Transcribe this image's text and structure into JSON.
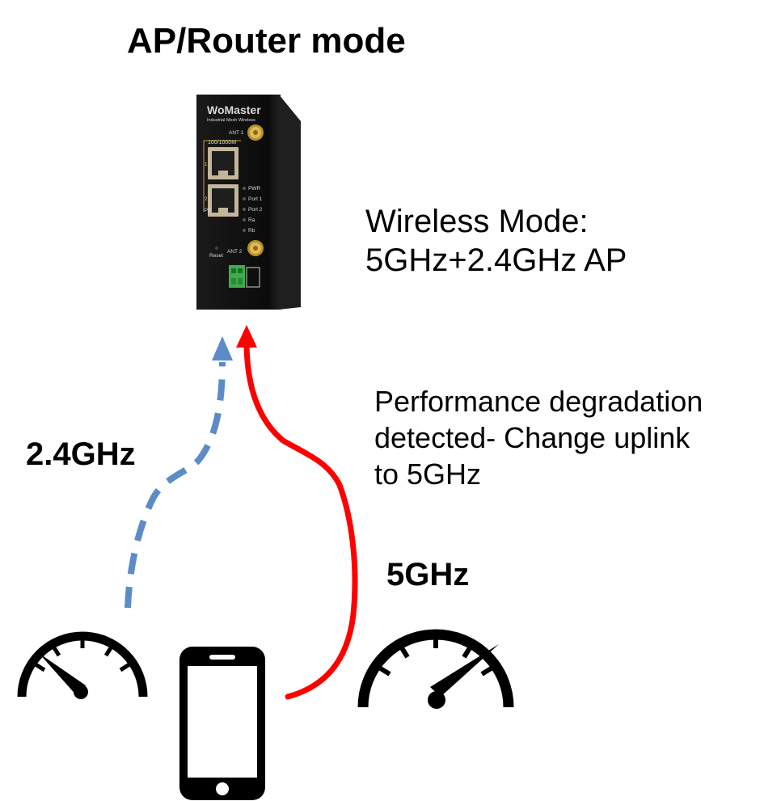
{
  "diagram": {
    "title": "AP/Router mode",
    "wireless_mode_line1": "Wireless Mode:",
    "wireless_mode_line2": "5GHz+2.4GHz AP",
    "performance_line1": "Performance degradation",
    "performance_line2": "detected- Change uplink",
    "performance_line3": "to 5GHz",
    "band_24": "2.4GHz",
    "band_5": "5GHz"
  },
  "device": {
    "brand": "WoMaster",
    "tagline": "Industrial Mesh Wireless",
    "ant1": "ANT 1",
    "ant2": "ANT 2",
    "port_speed": "100/1000M",
    "port1_num": "1",
    "port2_num": "2",
    "poe_label": "PD",
    "reset": "Reset",
    "led_pwr": "PWR",
    "led_port1": "Port 1",
    "led_port2": "Port 2",
    "led_ra": "Ra",
    "led_rb": "Rb"
  },
  "colors": {
    "link_24": "#5b8cc7",
    "link_5": "#ff0000",
    "device_body": "#0d0d0d",
    "antenna_gold": "#c9a13b",
    "terminal_green": "#3cae4a"
  }
}
